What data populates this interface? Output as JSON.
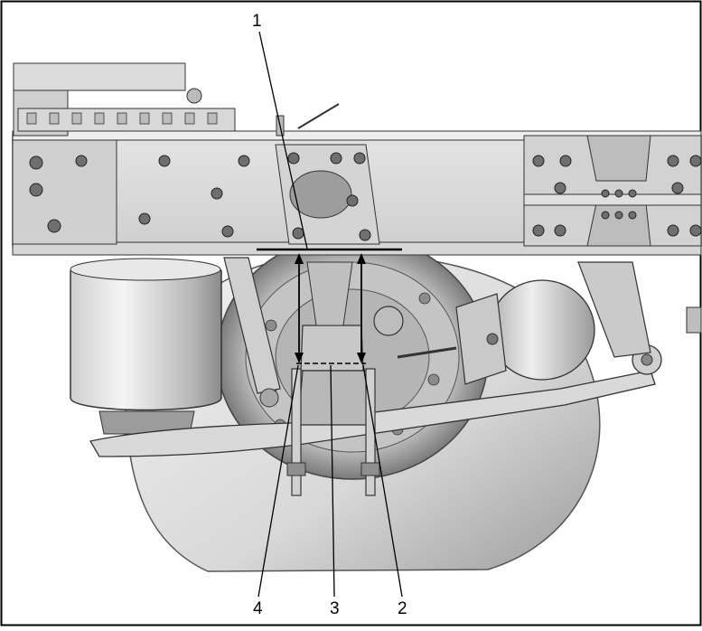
{
  "diagram": {
    "callouts": [
      {
        "id": "callout-1",
        "label": "1"
      },
      {
        "id": "callout-2",
        "label": "2"
      },
      {
        "id": "callout-3",
        "label": "3"
      },
      {
        "id": "callout-4",
        "label": "4"
      }
    ],
    "colors": {
      "border": "#000000",
      "metal_light": "#e6e6e6",
      "metal_mid": "#bdbdbd",
      "metal_dark": "#6e6e6e",
      "tire": "#d9d9d9",
      "outline": "#2a2a2a"
    }
  }
}
